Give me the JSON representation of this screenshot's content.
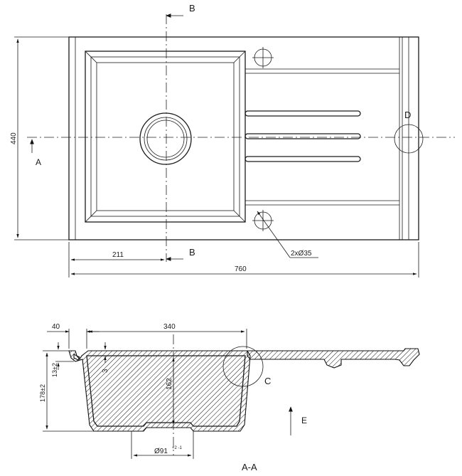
{
  "plan_view": {
    "section_marker": "B",
    "section_marker_bottom": "B",
    "view_marker": "A",
    "detail_marker": "D",
    "dim_height": "440",
    "dim_bowl_offset": "211",
    "dim_total_width": "760",
    "holes_callout": "2xØ35"
  },
  "section_view": {
    "dim_rim": "40",
    "dim_bowl_width": "340",
    "dim_depth_total": "178±2",
    "dim_edge": "13±2",
    "dim_wall": "3",
    "dim_depth": "162",
    "dim_drain": "Ø91",
    "dim_drain_tol": "+2 -1",
    "detail_marker": "C",
    "view_marker": "E",
    "section_title": "A-A"
  }
}
